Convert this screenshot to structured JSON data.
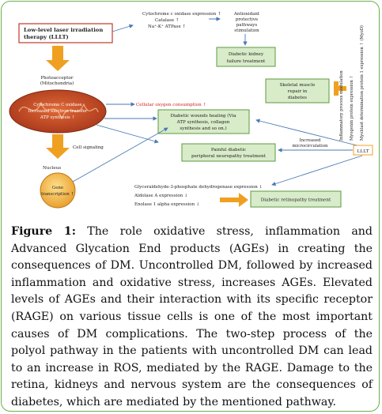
{
  "diagram": {
    "lllt_box": "Low-level laser irradiation therapy (LLLT)",
    "cyto_expr": [
      "Cytochrome c oxidase expression ↑",
      "Catalase ↑",
      "Na⁺-K⁺ ATPase ↑"
    ],
    "antioxidant": [
      "Antioxidant",
      "protective",
      "pathways",
      "stimulation"
    ],
    "kidney": [
      "Diabetic kidney",
      "failure treatment"
    ],
    "photoacceptor": [
      "Photoacceptor",
      "(Mitochondria)"
    ],
    "mito_inner": [
      "Cytochrome C oxidase",
      "Increased electron transfer",
      "ATP synthesis ↑"
    ],
    "cellular_o2": "Cellular oxygen consumption ↑",
    "wounds": [
      "Diabetic wounds healing (Via",
      "ATP synthesis, collagen",
      "synthesis and so on.)"
    ],
    "skeletal": [
      "Skeletal muscle",
      "repair in",
      "diabetes"
    ],
    "neuropathy": [
      "Painful diabetic",
      "peripheral neuropathy treatment"
    ],
    "cell_signaling": "Cell signaling",
    "nucleus": "Nucleus",
    "gene": [
      "Gene",
      "transcription ↑"
    ],
    "microcirc": [
      "Increased",
      "microcirculation"
    ],
    "lllt_small": "LLLT",
    "vertical_labels": [
      "Inflammatory process modulation",
      "Myogenin protein expression ↑",
      "Myoblast determination protein 1 expression ↑ (MyoD)"
    ],
    "gene_expr": [
      "Glyceraldehyde-3-phosphate dehydrogenase expression ↓",
      "Aldolase A expression ↓",
      "Enolase 1 alpha expression ↓"
    ],
    "retinopathy": "Diabetic retinopathy treatment"
  },
  "caption": {
    "label": "Figure 1:",
    "text": " The role oxidative stress, inflammation and Advanced Glycation End products (AGEs) in creating the consequences of DM. Uncontrolled DM, followed by increased inflammation and oxidative stress, increases AGEs. Elevated levels of AGEs and their interaction with its specific receptor (RAGE) on various tissue cells is one of the most important causes of DM complications. The two-step process of the polyol pathway in the patients with uncontrolled DM can lead to an increase in ROS, mediated by the RAGE. Damage to the retina, kidneys and nervous system are the consequences of diabetes, which are mediated by the mentioned pathway."
  },
  "colors": {
    "border": "#6ab04c",
    "arrow_orange": "#f0a020",
    "arrow_blue": "#4a7ab5",
    "green_fill": "#d8ecc9",
    "green_stroke": "#5c9a3f",
    "mito_fill": "#c24a22",
    "red_text": "#d42020"
  }
}
